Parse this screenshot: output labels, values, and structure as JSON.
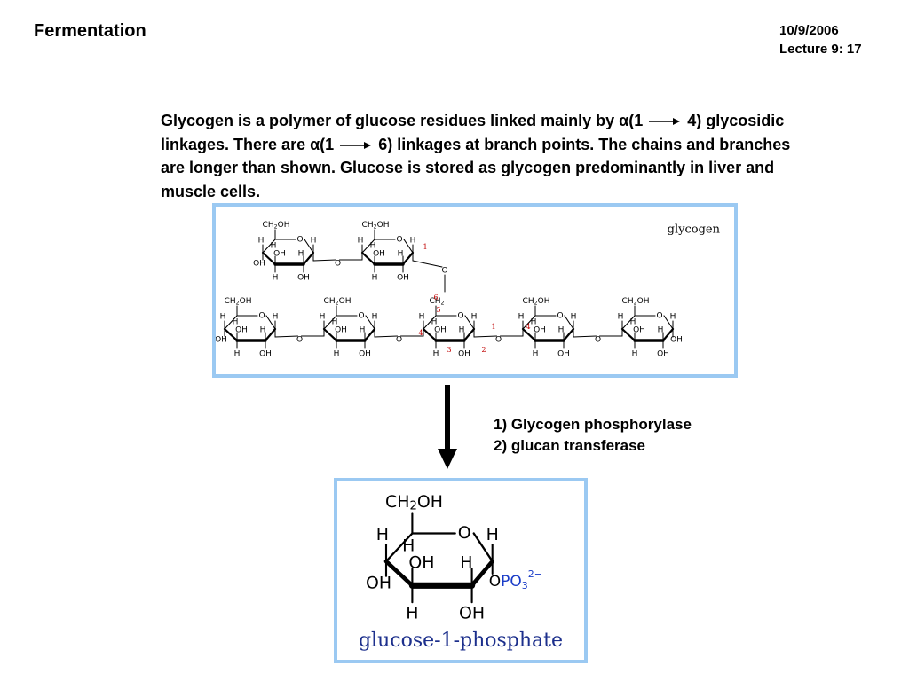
{
  "slide": {
    "title": "Fermentation",
    "date": "10/9/2006",
    "lecture": "Lecture 9: 17"
  },
  "paragraph": {
    "seg1": "Glycogen is a polymer of glucose residues linked mainly by α(1",
    "seg2": "4) glycosidic linkages. There are α(1",
    "seg3": "6) linkages at branch points. The chains and branches are longer than shown. Glucose is stored as glycogen predominantly in liver and muscle cells."
  },
  "glycogen_figure": {
    "label": "glycogen",
    "atoms": {
      "ch2oh": "CH2OH",
      "ch2": "CH2",
      "oh": "OH",
      "h": "H",
      "o": "O"
    },
    "position_numbers": [
      "1",
      "2",
      "3",
      "4",
      "5",
      "6"
    ]
  },
  "enzymes": {
    "step1": "1) Glycogen phosphorylase",
    "step2": "2) glucan transferase"
  },
  "product_figure": {
    "label": "glucose-1-phosphate",
    "phosphate": "OPO32−"
  },
  "colors": {
    "panel_border": "#9bc9f2",
    "position_numbers": "#c00000",
    "phosphate": "#1a3cc8"
  }
}
